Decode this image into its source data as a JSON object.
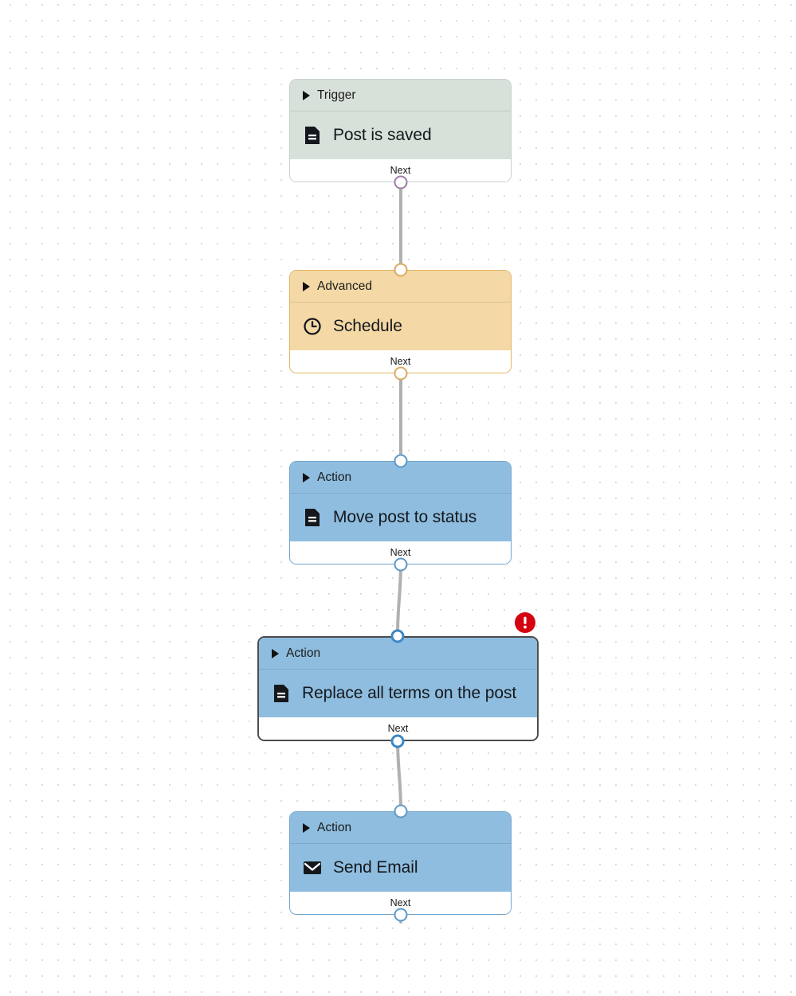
{
  "canvas": {
    "background": "#ffffff",
    "dot_color": "#dcdcdc",
    "edge_color": "#b0b0b0"
  },
  "colors": {
    "trigger_fill": "#d8e0da",
    "trigger_border": "#c7d0c9",
    "trigger_handle": "#a07ca8",
    "advanced_fill": "#f4d9a6",
    "advanced_border": "#e3b463",
    "advanced_handle": "#d9ab62",
    "action_fill": "#8fbddf",
    "action_border": "#6fa4cd",
    "action_handle": "#5d9ac9",
    "selected_border": "#4c4c4c",
    "selected_handle": "#3c87c4",
    "error_badge": "#d40511"
  },
  "nodes": [
    {
      "id": "trigger-post-is-saved",
      "category": "Trigger",
      "title": "Post is saved",
      "icon": "document-icon",
      "footer_label": "Next",
      "selected": false,
      "has_error": false
    },
    {
      "id": "advanced-schedule",
      "category": "Advanced",
      "title": "Schedule",
      "icon": "clock-icon",
      "footer_label": "Next",
      "selected": false,
      "has_error": false
    },
    {
      "id": "action-move-post-to-status",
      "category": "Action",
      "title": "Move post to status",
      "icon": "document-icon",
      "footer_label": "Next",
      "selected": false,
      "has_error": false
    },
    {
      "id": "action-replace-all-terms-on-the-post",
      "category": "Action",
      "title": "Replace all terms on the post",
      "icon": "document-icon",
      "footer_label": "Next",
      "selected": true,
      "has_error": true
    },
    {
      "id": "action-send-email",
      "category": "Action",
      "title": "Send Email",
      "icon": "envelope-icon",
      "footer_label": "Next",
      "selected": false,
      "has_error": false
    }
  ],
  "error_badge": {
    "symbol": "!",
    "name": "error-indicator"
  }
}
